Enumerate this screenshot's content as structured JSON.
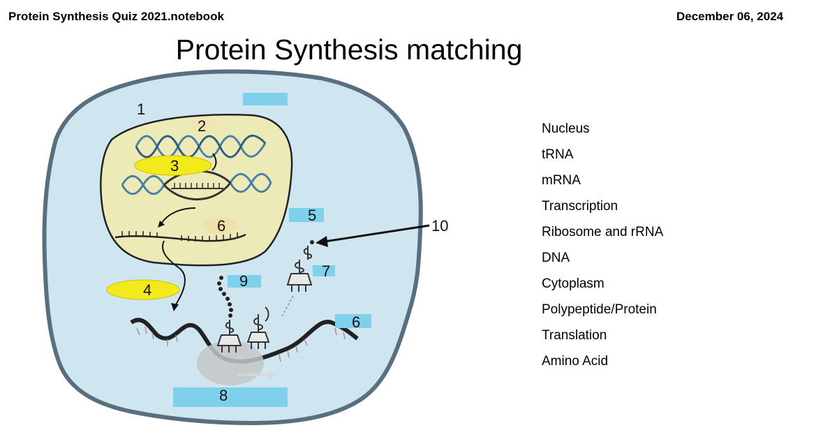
{
  "header": {
    "file_name": "Protein Synthesis Quiz 2021.notebook",
    "date": "December 06, 2024"
  },
  "title": "Protein Synthesis matching",
  "diagram_labels": {
    "l1": "1",
    "l2": "2",
    "l3": "3",
    "l4": "4",
    "l5": "5",
    "l6a": "6",
    "l6b": "6",
    "l7": "7",
    "l8": "8",
    "l9": "9",
    "l10": "10"
  },
  "terms": [
    "Nucleus",
    "tRNA",
    "mRNA",
    "Transcription",
    "Ribosome and rRNA",
    "DNA",
    "Cytoplasm",
    "Polypeptide/Protein",
    "Translation",
    "Amino Acid"
  ],
  "colors": {
    "cell_fill": "#cfe6f1",
    "cell_border": "#5a6f7e",
    "nucleus_fill": "#ecebb8",
    "highlight_yellow": "#f3ea1c",
    "highlight_blue": "#7fd0ea"
  }
}
